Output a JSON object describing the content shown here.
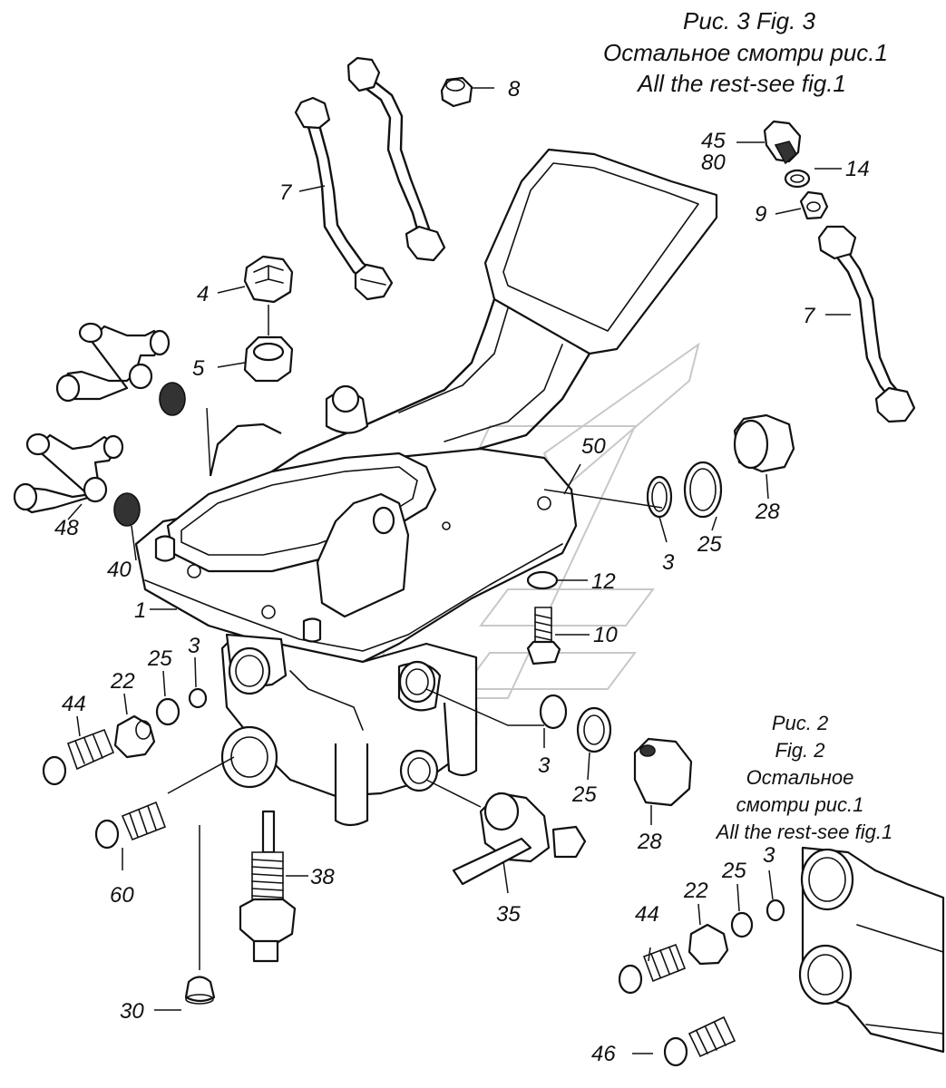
{
  "captions": {
    "fig3_title": "Рис. 3 Fig. 3",
    "fig3_line2": "Остальное смотри рис.1",
    "fig3_line3": "All the rest-see fig.1",
    "fig2_line1": "Рис. 2",
    "fig2_line2": "Fig. 2",
    "fig2_line3": "Остальное",
    "fig2_line4": "смотри рис.1",
    "fig2_line5": "All the rest-see fig.1"
  },
  "callouts": {
    "c8": "8",
    "c45": "45",
    "c80": "80",
    "c14": "14",
    "c9": "9",
    "c7_left": "7",
    "c7_right": "7",
    "c4": "4",
    "c5": "5",
    "c50": "50",
    "c28_top": "28",
    "c25_top": "25",
    "c3_top": "3",
    "c48": "48",
    "c40": "40",
    "c1": "1",
    "c12": "12",
    "c10": "10",
    "c44_left": "44",
    "c22_left": "22",
    "c25_left": "25",
    "c3_left": "3",
    "c3_mid": "3",
    "c25_mid": "25",
    "c28_mid": "28",
    "c60": "60",
    "c38": "38",
    "c35": "35",
    "c30": "30",
    "c44_fig2": "44",
    "c22_fig2": "22",
    "c25_fig2": "25",
    "c3_fig2": "3",
    "c46": "46"
  }
}
